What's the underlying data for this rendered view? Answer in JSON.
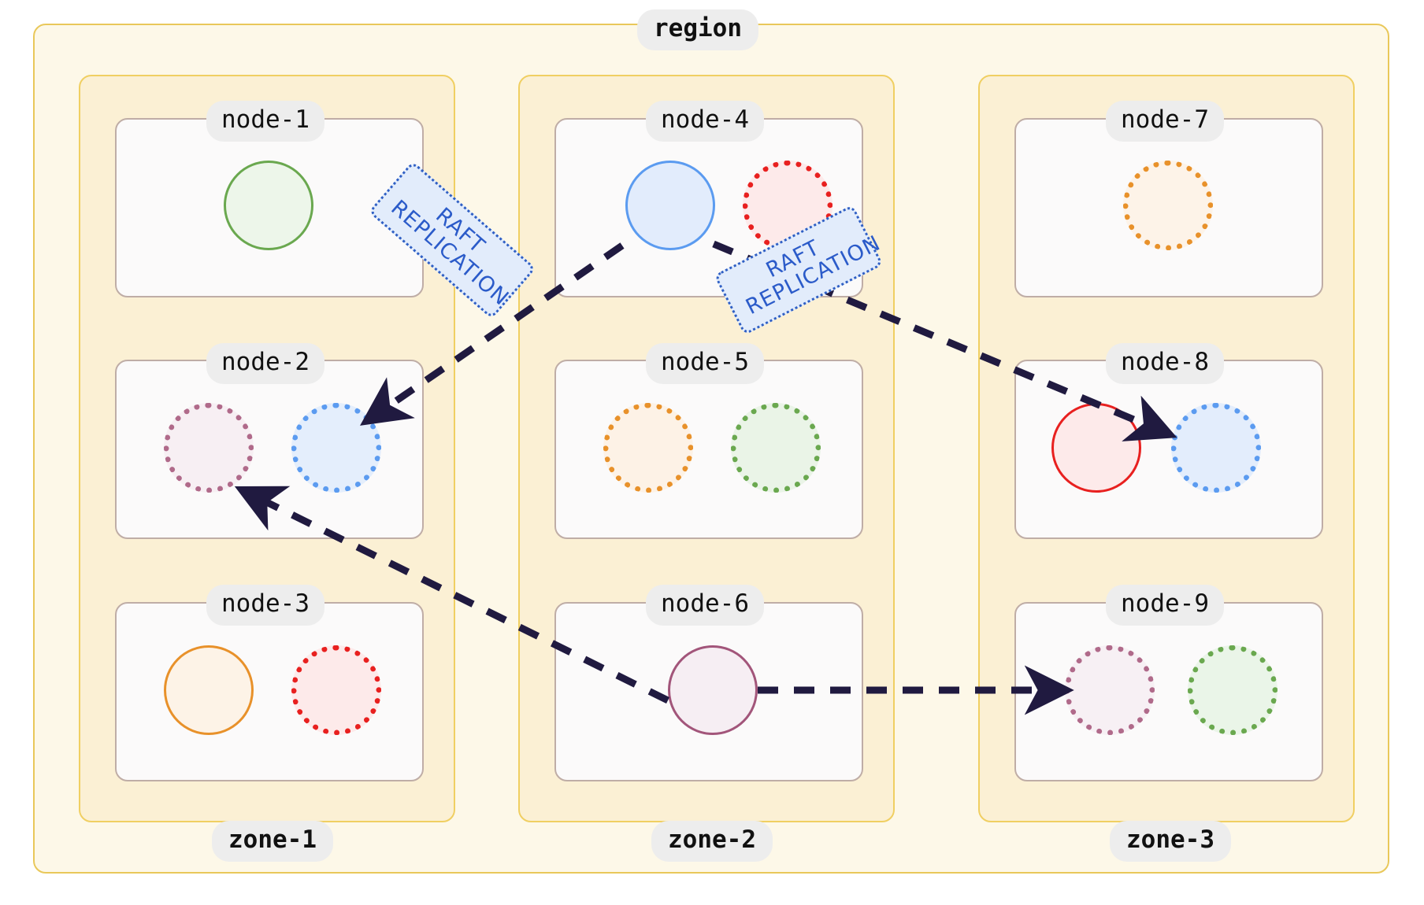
{
  "diagram": {
    "type": "architecture-topology",
    "title": "region",
    "cluster_label_region": "region",
    "zones": [
      {
        "id": "zone-1",
        "label": "zone-1",
        "nodes": [
          {
            "id": "node-1",
            "label": "node-1",
            "shards": [
              {
                "state": "leader",
                "color": "#6aa84f",
                "fill": "#edf6ea",
                "style": "solid"
              }
            ]
          },
          {
            "id": "node-2",
            "label": "node-2",
            "shards": [
              {
                "state": "follower",
                "color": "#b06a8a",
                "fill": "#f7eff3",
                "style": "dotted"
              },
              {
                "state": "follower",
                "color": "#5b9bf0",
                "fill": "#e4eefc",
                "style": "dotted"
              }
            ]
          },
          {
            "id": "node-3",
            "label": "node-3",
            "shards": [
              {
                "state": "leader",
                "color": "#e8912a",
                "fill": "#fdf3e7",
                "style": "solid"
              },
              {
                "state": "follower",
                "color": "#e8201f",
                "fill": "#fdeaea",
                "style": "dotted"
              }
            ]
          }
        ]
      },
      {
        "id": "zone-2",
        "label": "zone-2",
        "nodes": [
          {
            "id": "node-4",
            "label": "node-4",
            "shards": [
              {
                "state": "leader",
                "color": "#5b9bf0",
                "fill": "#e2ecfc",
                "style": "solid"
              },
              {
                "state": "follower",
                "color": "#e8201f",
                "fill": "#fdeaea",
                "style": "dotted"
              }
            ]
          },
          {
            "id": "node-5",
            "label": "node-5",
            "shards": [
              {
                "state": "follower",
                "color": "#e8912a",
                "fill": "#fdf2e6",
                "style": "dotted"
              },
              {
                "state": "follower",
                "color": "#6aa84f",
                "fill": "#eaf4e7",
                "style": "dotted"
              }
            ]
          },
          {
            "id": "node-6",
            "label": "node-6",
            "shards": [
              {
                "state": "leader",
                "color": "#a2557a",
                "fill": "#f6eef3",
                "style": "solid"
              }
            ]
          }
        ]
      },
      {
        "id": "zone-3",
        "label": "zone-3",
        "nodes": [
          {
            "id": "node-7",
            "label": "node-7",
            "shards": [
              {
                "state": "follower",
                "color": "#e8912a",
                "fill": "#fdf3e8",
                "style": "dotted"
              }
            ]
          },
          {
            "id": "node-8",
            "label": "node-8",
            "shards": [
              {
                "state": "leader",
                "color": "#e8201f",
                "fill": "#fdeaea",
                "style": "solid"
              },
              {
                "state": "follower",
                "color": "#5b9bf0",
                "fill": "#e3edfc",
                "style": "dotted"
              }
            ]
          },
          {
            "id": "node-9",
            "label": "node-9",
            "shards": [
              {
                "state": "follower",
                "color": "#b06a8a",
                "fill": "#f7f0f4",
                "style": "dotted"
              },
              {
                "state": "follower",
                "color": "#6aa84f",
                "fill": "#eaf5e8",
                "style": "dotted"
              }
            ]
          }
        ]
      }
    ],
    "edges": [
      {
        "id": "edge-node4-node2",
        "from": "node-4",
        "to": "node-2",
        "label": "RAFT\nREPLICATION",
        "label_line1": "RAFT",
        "label_line2": "REPLICATION"
      },
      {
        "id": "edge-node4-node8",
        "from": "node-4",
        "to": "node-8",
        "label": "RAFT\nREPLICATION",
        "label_line1": "RAFT",
        "label_line2": "REPLICATION"
      },
      {
        "id": "edge-node6-node2",
        "from": "node-6",
        "to": "node-2",
        "label": ""
      },
      {
        "id": "edge-node6-node9",
        "from": "node-6",
        "to": "node-9",
        "label": ""
      }
    ],
    "colors": {
      "region_fill": "#fdf8e8",
      "region_border": "#e9c85a",
      "zone_fill": "#fbf0d4",
      "zone_border": "#f0cf62",
      "node_fill": "#fbfafa",
      "node_border": "#bfada6",
      "label_chip": "#ededed",
      "arrow": "#201a40",
      "raft_fill": "#e2ecfb",
      "raft_border": "#2f5fc4",
      "raft_text": "#2b5bc9"
    }
  }
}
